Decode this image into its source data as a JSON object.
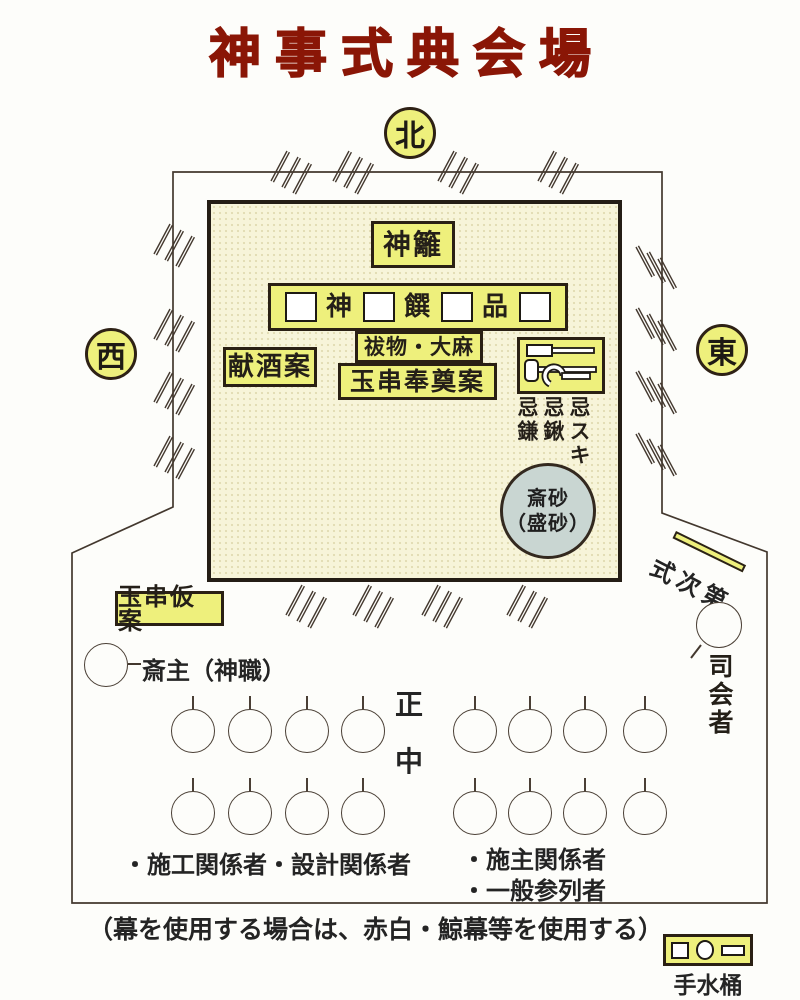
{
  "title": "神事式典会場",
  "compass": {
    "north": "北",
    "west": "西",
    "east": "東"
  },
  "altar": {
    "himorogi": "神籬",
    "shinsen_chars": [
      "神",
      "饌",
      "品"
    ],
    "kenshuan": "献酒案",
    "haraimono": "祓物・大麻",
    "tamagushi_hoten": "玉串奉奠案",
    "imi_tools": [
      "忌鎌",
      "忌鍬",
      "忌スキ"
    ],
    "imisuna_line1": "斎砂",
    "imisuna_line2": "（盛砂）"
  },
  "seating": {
    "tamagushi_karian": "玉串仮案",
    "saishu_label": "斎主（神職）",
    "seichu_top": "正",
    "seichu_bottom": "中",
    "left_group": {
      "rows": 2,
      "cols": 4,
      "label": "・施工関係者・設計関係者"
    },
    "right_group": {
      "rows": 2,
      "cols": 4,
      "labels": [
        "・施主関係者",
        "・一般参列者"
      ]
    },
    "shikishidai": "式次第",
    "shikaisha": "司会者"
  },
  "footer": {
    "note": "（幕を使用する場合は、赤白・鯨幕等を使用する）",
    "chozu_oke": "手水桶"
  },
  "colors": {
    "title_red": "#8a1606",
    "label_yellow": "#eef07c",
    "area_cream": "#f7f4d9",
    "sand_circle": "#c9d6d2",
    "line_dark": "#43382e"
  }
}
